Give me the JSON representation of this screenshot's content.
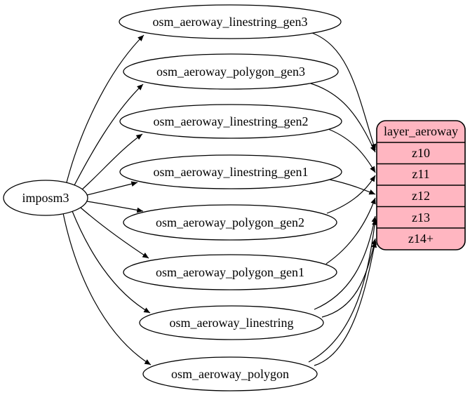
{
  "diagram": {
    "type": "etl-graph",
    "background": "#ffffff",
    "source": {
      "label": "imposm3"
    },
    "tables": [
      {
        "label": "osm_aeroway_linestring_gen3"
      },
      {
        "label": "osm_aeroway_polygon_gen3"
      },
      {
        "label": "osm_aeroway_linestring_gen2"
      },
      {
        "label": "osm_aeroway_linestring_gen1"
      },
      {
        "label": "osm_aeroway_polygon_gen2"
      },
      {
        "label": "osm_aeroway_polygon_gen1"
      },
      {
        "label": "osm_aeroway_linestring"
      },
      {
        "label": "osm_aeroway_polygon"
      }
    ],
    "layer": {
      "title": "layer_aeroway",
      "fill": "#ffb6c1",
      "stroke": "#000000",
      "zoom_rows": [
        {
          "label": "z10"
        },
        {
          "label": "z11"
        },
        {
          "label": "z12"
        },
        {
          "label": "z13"
        },
        {
          "label": "z14+"
        }
      ]
    },
    "edges": [
      {
        "from": "imposm3",
        "to": "osm_aeroway_linestring_gen3"
      },
      {
        "from": "imposm3",
        "to": "osm_aeroway_polygon_gen3"
      },
      {
        "from": "imposm3",
        "to": "osm_aeroway_linestring_gen2"
      },
      {
        "from": "imposm3",
        "to": "osm_aeroway_linestring_gen1"
      },
      {
        "from": "imposm3",
        "to": "osm_aeroway_polygon_gen2"
      },
      {
        "from": "imposm3",
        "to": "osm_aeroway_polygon_gen1"
      },
      {
        "from": "imposm3",
        "to": "osm_aeroway_linestring"
      },
      {
        "from": "imposm3",
        "to": "osm_aeroway_polygon"
      },
      {
        "from": "osm_aeroway_linestring_gen3",
        "to": "layer_aeroway:z10"
      },
      {
        "from": "osm_aeroway_polygon_gen3",
        "to": "layer_aeroway:z10"
      },
      {
        "from": "osm_aeroway_linestring_gen2",
        "to": "layer_aeroway:z11"
      },
      {
        "from": "osm_aeroway_polygon_gen2",
        "to": "layer_aeroway:z11"
      },
      {
        "from": "osm_aeroway_linestring_gen1",
        "to": "layer_aeroway:z12"
      },
      {
        "from": "osm_aeroway_polygon_gen1",
        "to": "layer_aeroway:z12"
      },
      {
        "from": "osm_aeroway_linestring",
        "to": "layer_aeroway:z13"
      },
      {
        "from": "osm_aeroway_polygon",
        "to": "layer_aeroway:z13"
      },
      {
        "from": "osm_aeroway_linestring",
        "to": "layer_aeroway:z14+"
      },
      {
        "from": "osm_aeroway_polygon",
        "to": "layer_aeroway:z14+"
      }
    ]
  }
}
